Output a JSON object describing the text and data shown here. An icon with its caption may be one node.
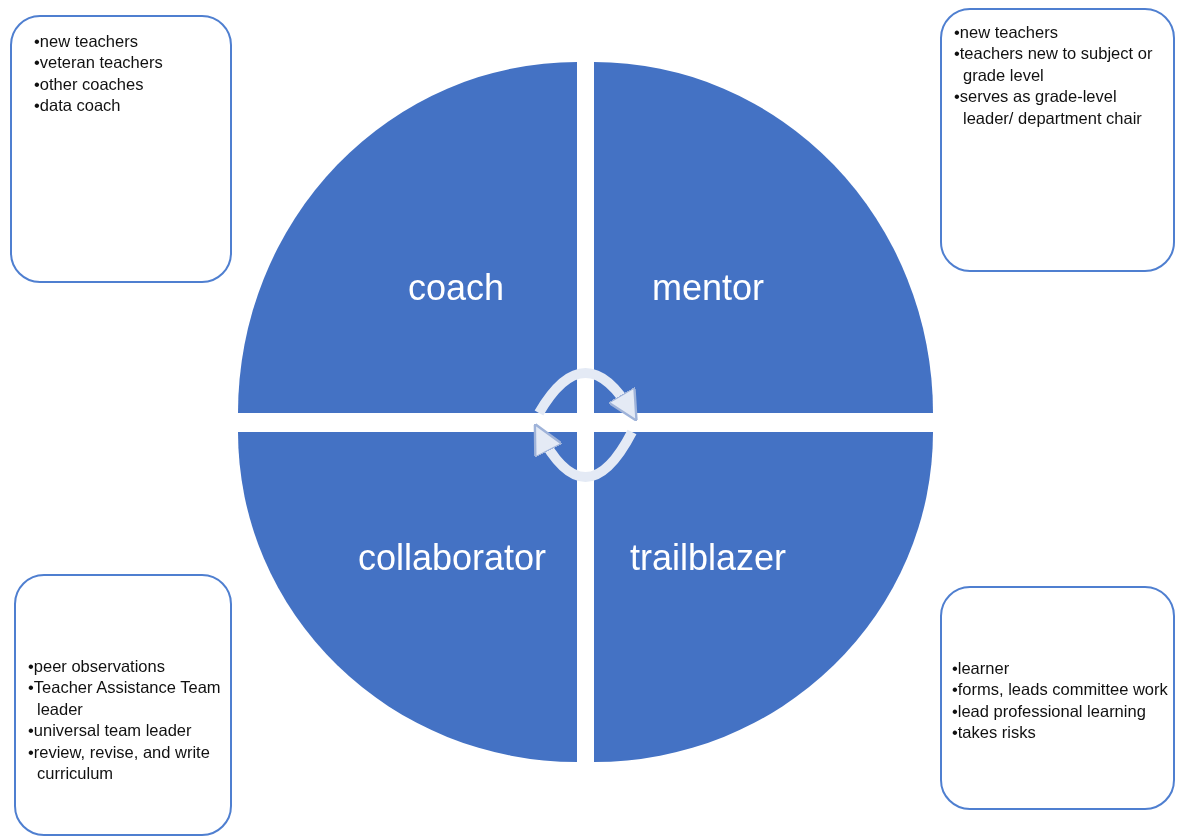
{
  "diagram": {
    "nodes": [
      {
        "text": [
          "•new teachers",
          "•veteran teachers",
          "•other coaches",
          "•data coach"
        ]
      },
      {
        "text": [
          "•new teachers",
          "•teachers new to subject or grade level",
          "•serves as grade-level leader/ department chair"
        ]
      },
      {
        "text": [
          "coach"
        ]
      },
      {
        "text": [
          "mentor"
        ]
      },
      {
        "text": [
          "collaborator"
        ]
      },
      {
        "text": [
          "trailblazer"
        ]
      },
      {
        "text": [
          "•peer observations",
          "•Teacher Assistance Team leader",
          "•universal team leader",
          "•review, revise, and write curriculum"
        ]
      },
      {
        "text": [
          "•learner",
          "•forms, leads committee work",
          "•lead professional learning",
          "•takes risks"
        ]
      }
    ],
    "edges": [
      {
        "from": 2,
        "to": 3,
        "arrow": "to"
      },
      {
        "from": 5,
        "to": 4,
        "arrow": "to"
      }
    ]
  }
}
